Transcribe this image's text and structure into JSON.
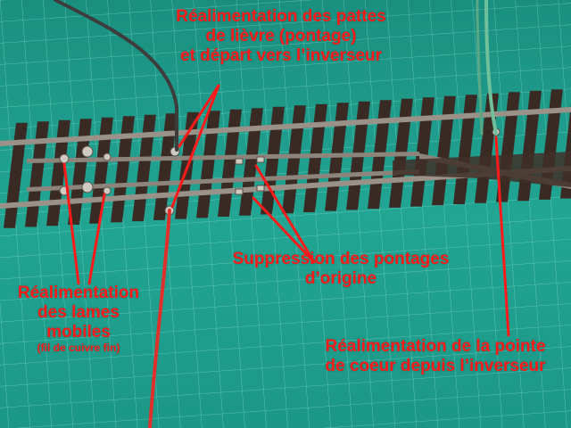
{
  "colors": {
    "mat": "#1f9e8e",
    "grid": "#8fe0d4",
    "sleeper": "#3a2a24",
    "rail": "#9a9288",
    "annotation": "#ff1a1a",
    "wire_red": "#e0302c",
    "wire_grey": "#4a4a4a",
    "wire_green": "#6fbf9a"
  },
  "annotations": {
    "top": {
      "line1": "Réalimentation des pattes",
      "line2": "de lièvre (pontage)",
      "line3": "et départ vers l’inverseur"
    },
    "left": {
      "line1": "Réalimentation",
      "line2": "des lames",
      "line3": "mobiles",
      "line4": "(fil de cuivre fin)"
    },
    "middle": {
      "line1": "Suppression des pontages",
      "line2": "d’origine"
    },
    "right": {
      "line1": "Réalimentation de la pointe",
      "line2": "de coeur depuis l’inverseur"
    }
  }
}
